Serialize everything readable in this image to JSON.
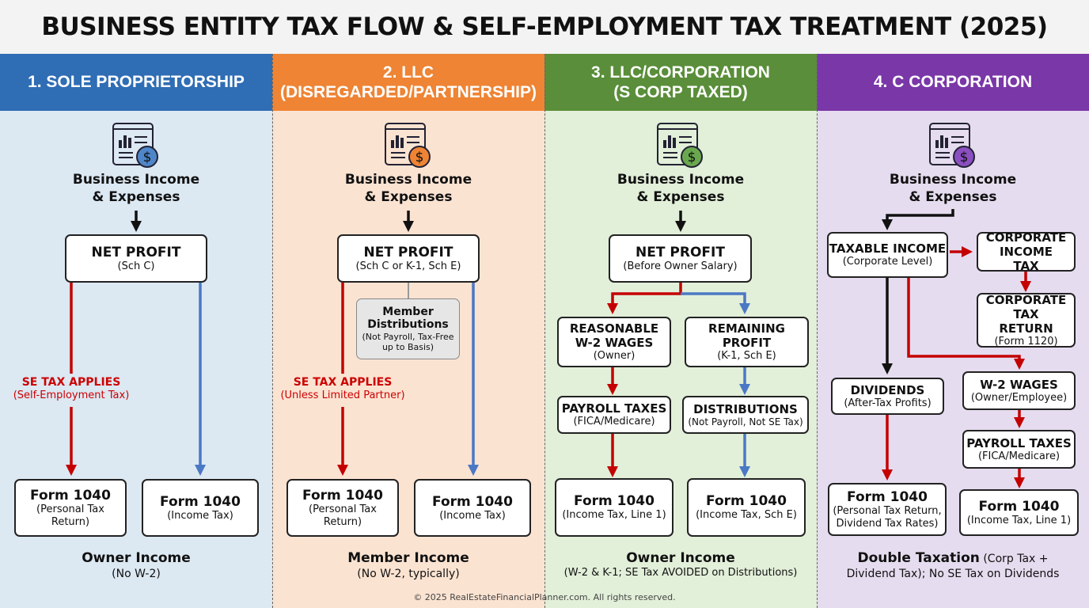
{
  "title": "BUSINESS ENTITY TAX FLOW & SELF-EMPLOYMENT TAX TREATMENT (2025)",
  "colors": {
    "blue": "#2f6db4",
    "orange": "#ee8434",
    "green": "#5a8e3a",
    "purple": "#7a37a8",
    "red": "#c40000",
    "arrow_blue": "#4a78c4"
  },
  "columns": [
    {
      "header": [
        "1. SOLE PROPRIETORSHIP"
      ],
      "income": [
        "Business Income",
        "& Expenses"
      ],
      "net_profit": {
        "title": "NET PROFIT",
        "sub": "(Sch C)"
      },
      "se_tax": {
        "title": "SE TAX APPLIES",
        "sub": "(Self-Employment Tax)"
      },
      "form_a": {
        "title": "Form 1040",
        "sub": "(Personal Tax Return)"
      },
      "form_b": {
        "title": "Form 1040",
        "sub": "(Income Tax)"
      },
      "summary": {
        "title": "Owner Income",
        "sub": "(No W-2)"
      }
    },
    {
      "header": [
        "2. LLC",
        "(DISREGARDED/PARTNERSHIP)"
      ],
      "income": [
        "Business Income",
        "& Expenses"
      ],
      "net_profit": {
        "title": "NET PROFIT",
        "sub": "(Sch C or K-1, Sch E)"
      },
      "distributions": {
        "title": "Member Distributions",
        "sub": "(Not Payroll, Tax-Free up to Basis)"
      },
      "se_tax": {
        "title": "SE TAX APPLIES",
        "sub": "(Unless Limited Partner)"
      },
      "form_a": {
        "title": "Form 1040",
        "sub": "(Personal Tax Return)"
      },
      "form_b": {
        "title": "Form 1040",
        "sub": "(Income Tax)"
      },
      "summary": {
        "title": "Member Income",
        "sub": "(No W-2, typically)"
      }
    },
    {
      "header": [
        "3. LLC/CORPORATION",
        "(S CORP TAXED)"
      ],
      "income": [
        "Business Income",
        "& Expenses"
      ],
      "net_profit": {
        "title": "NET PROFIT",
        "sub": "(Before Owner Salary)"
      },
      "wages": {
        "title": "REASONABLE W-2 WAGES",
        "sub": "(Owner)"
      },
      "remaining": {
        "title": "REMAINING PROFIT",
        "sub": "(K-1, Sch E)"
      },
      "payroll": {
        "title": "PAYROLL TAXES",
        "sub": "(FICA/Medicare)"
      },
      "distributions": {
        "title": "DISTRIBUTIONS",
        "sub": "(Not Payroll, Not SE Tax)"
      },
      "form_a": {
        "title": "Form 1040",
        "sub": "(Income Tax, Line 1)"
      },
      "form_b": {
        "title": "Form 1040",
        "sub": "(Income Tax, Sch E)"
      },
      "summary": {
        "title": "Owner Income",
        "sub": "(W-2 & K-1; SE Tax AVOIDED on Distributions)"
      }
    },
    {
      "header": [
        "4. C CORPORATION"
      ],
      "income": [
        "Business Income",
        "& Expenses"
      ],
      "taxable": {
        "title": "TAXABLE INCOME",
        "sub": "(Corporate Level)"
      },
      "corp_tax": {
        "title": "CORPORATE INCOME TAX"
      },
      "corp_return": {
        "title": "CORPORATE TAX RETURN",
        "sub": "(Form 1120)"
      },
      "dividends": {
        "title": "DIVIDENDS",
        "sub": "(After-Tax Profits)"
      },
      "wages": {
        "title": "W-2 WAGES",
        "sub": "(Owner/Employee)"
      },
      "payroll": {
        "title": "PAYROLL TAXES",
        "sub": "(FICA/Medicare)"
      },
      "form_a": {
        "title": "Form 1040",
        "sub": "(Personal Tax Return, Dividend Tax Rates)"
      },
      "form_b": {
        "title": "Form 1040",
        "sub": "(Income Tax, Line 1)"
      },
      "summary": {
        "title": "Double Taxation",
        "sub": " (Corp Tax + Dividend Tax); No SE Tax on Dividends"
      }
    }
  ],
  "footer": "© 2025 RealEstateFinancialPlanner.com. All rights reserved."
}
